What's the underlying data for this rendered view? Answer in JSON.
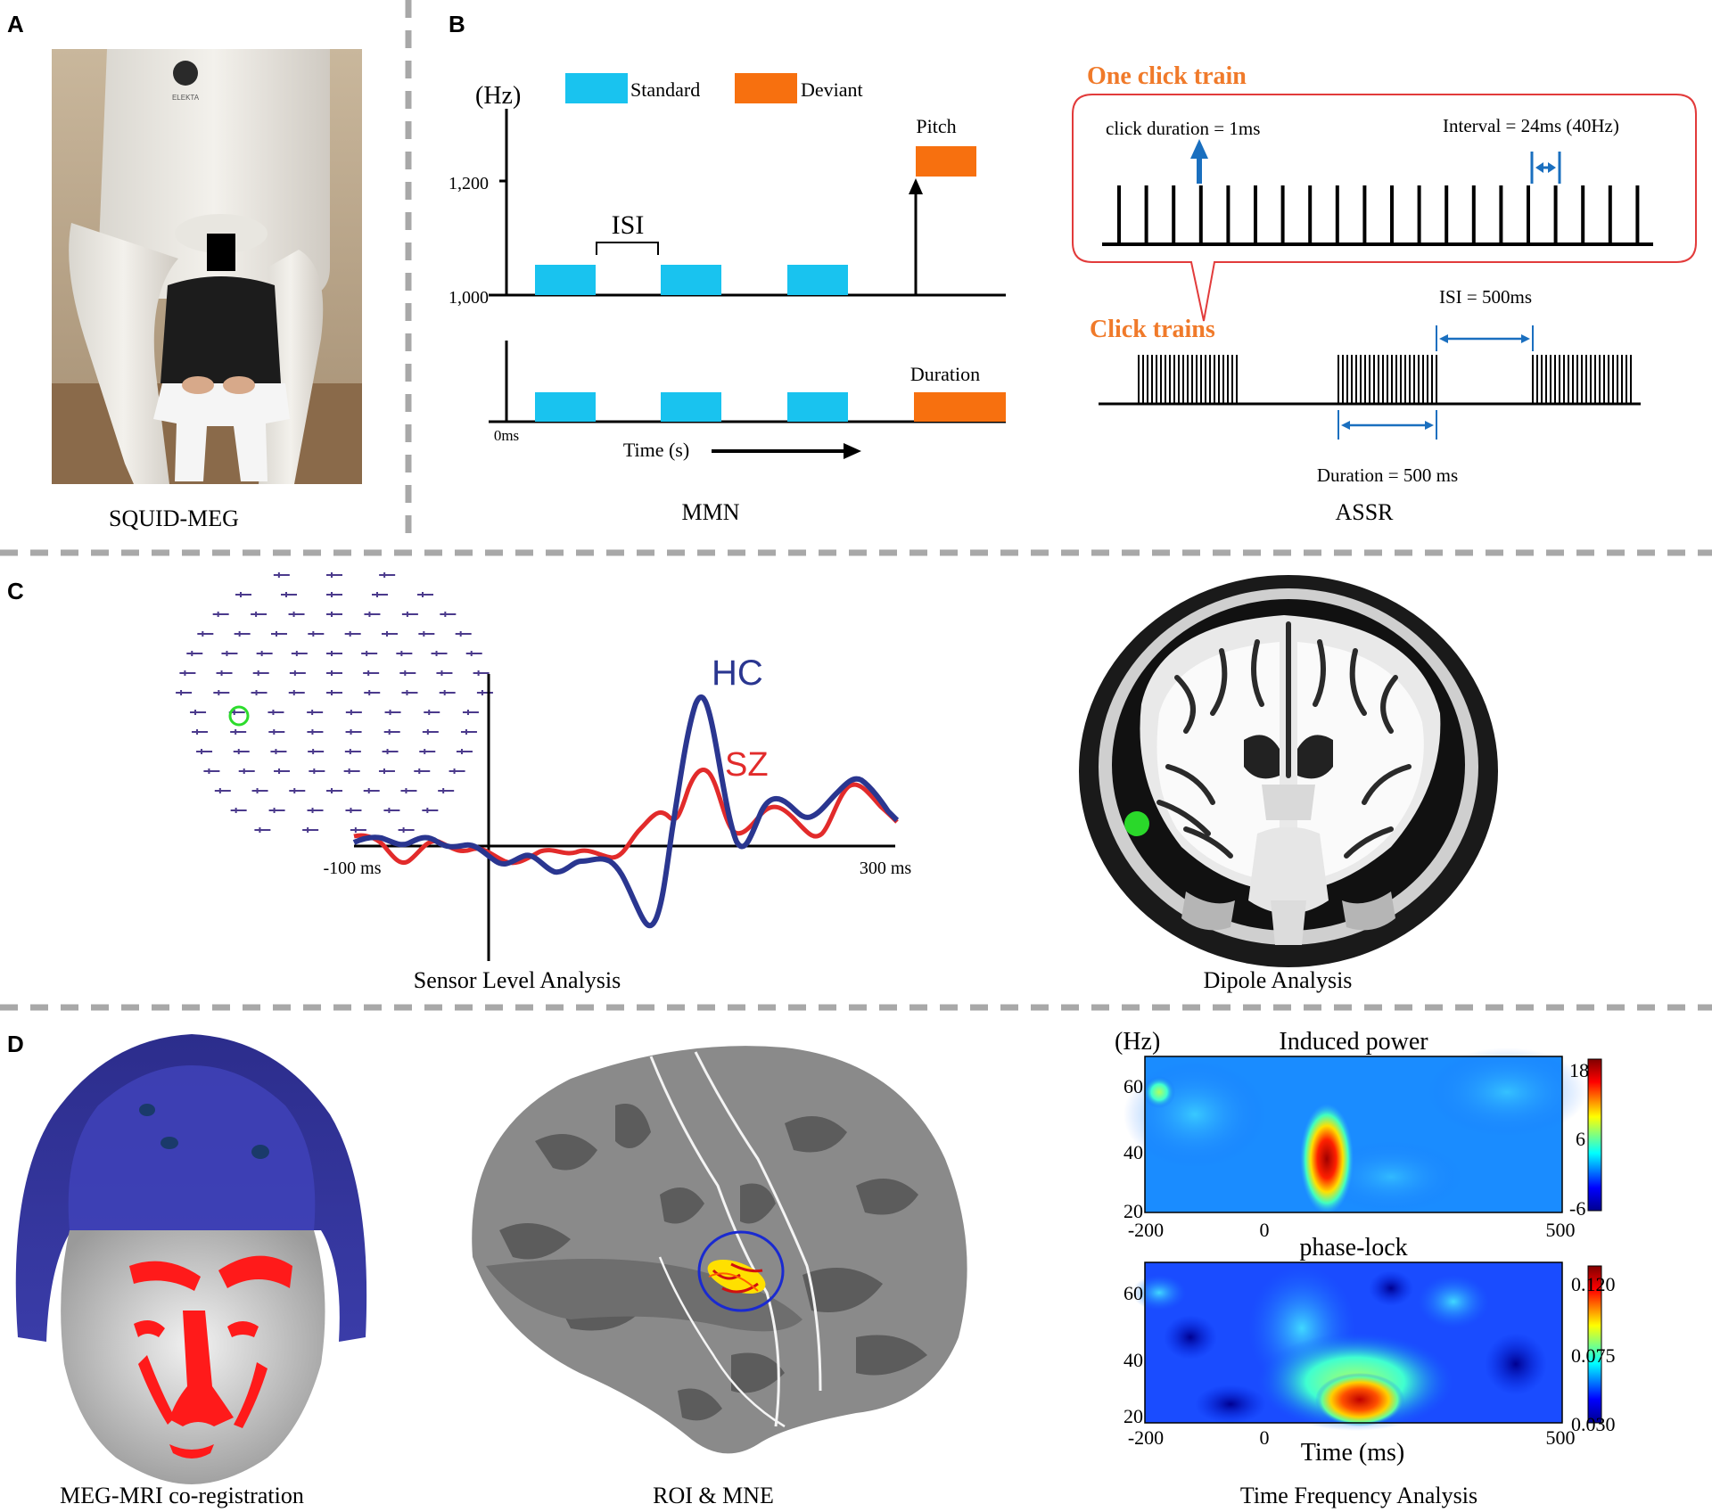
{
  "panels": {
    "A": {
      "letter": "A",
      "caption": "SQUID-MEG",
      "photo_logo_text": "ELEKTA"
    },
    "B": {
      "letter": "B",
      "mmn": {
        "caption": "MMN",
        "y_unit": "(Hz)",
        "y_tick_high": "1,200",
        "y_tick_low": "1,000",
        "legend_standard": "Standard",
        "legend_deviant": "Deviant",
        "isi_label": "ISI",
        "pitch_label": "Pitch",
        "duration_label": "Duration",
        "zero_label": "0ms",
        "time_label": "Time (s)",
        "colors": {
          "standard": "#19c3ef",
          "deviant": "#f7700f"
        }
      },
      "assr": {
        "caption": "ASSR",
        "one_click_train": "One click train",
        "click_duration": "click duration = 1ms",
        "interval": "Interval = 24ms (40Hz)",
        "click_trains": "Click trains",
        "isi": "ISI = 500ms",
        "duration": "Duration = 500 ms",
        "colors": {
          "title": "#f07a2a",
          "arrow": "#1a6fbf",
          "box": "#e23b3b"
        }
      }
    },
    "C": {
      "letter": "C",
      "sensor": {
        "caption": "Sensor Level Analysis",
        "hc_label": "HC",
        "sz_label": "SZ",
        "x_start": "-100 ms",
        "x_end": "300 ms",
        "colors": {
          "hc": "#2a3690",
          "sz": "#e22b2b"
        }
      },
      "dipole": {
        "caption": "Dipole Analysis"
      }
    },
    "D": {
      "letter": "D",
      "coreg": {
        "caption": "MEG-MRI co-registration"
      },
      "roi": {
        "caption": "ROI & MNE"
      },
      "tf": {
        "caption": "Time Frequency Analysis",
        "y_unit": "(Hz)",
        "induced_title": "Induced power",
        "phaselock_title": "phase-lock",
        "x_label": "Time (ms)",
        "x_ticks": [
          "-200",
          "0",
          "500"
        ],
        "y_ticks": [
          "60",
          "40",
          "20"
        ],
        "induced_cbar": [
          "18",
          "6",
          "-6"
        ],
        "phase_cbar": [
          "0.120",
          "0.075",
          "0.030"
        ]
      }
    }
  }
}
